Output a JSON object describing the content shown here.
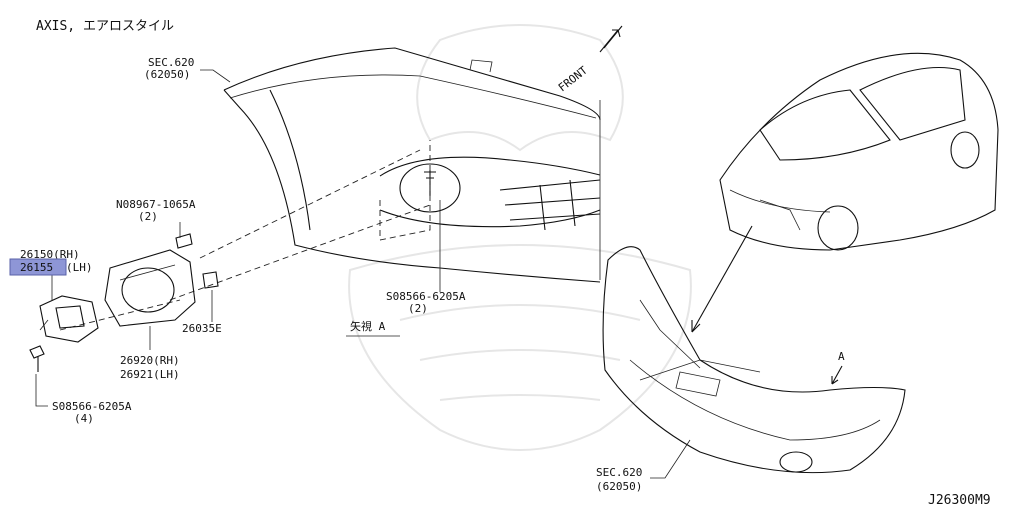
{
  "header": {
    "title": "AXIS, エアロスタイル"
  },
  "diagram_id": "J26300M9",
  "front_label": "FRONT",
  "labels": {
    "sec620_top_1": "SEC.620",
    "sec620_top_2": "(62050)",
    "n08967_1": "N08967-1065A",
    "n08967_2": "(2)",
    "p26150": "26150(RH)",
    "p26155_num": "26155",
    "p26155_side": "(LH)",
    "s08566_mid_1": "S08566-6205A",
    "s08566_mid_2": "(2)",
    "view_a": "矢視 A",
    "p26035e": "26035E",
    "p26920": "26920(RH)",
    "p26921": "26921(LH)",
    "s08566_bot_1": "S08566-6205A",
    "s08566_bot_2": "(4)",
    "arrow_a": "A",
    "sec620_bot_1": "SEC.620",
    "sec620_bot_2": "(62050)"
  },
  "highlight_color": "#8e96d6",
  "icons": [
    "front-arrow-icon",
    "bolt-icon",
    "clip-icon",
    "fog-lamp-icon",
    "car-icon",
    "bumper-icon"
  ]
}
